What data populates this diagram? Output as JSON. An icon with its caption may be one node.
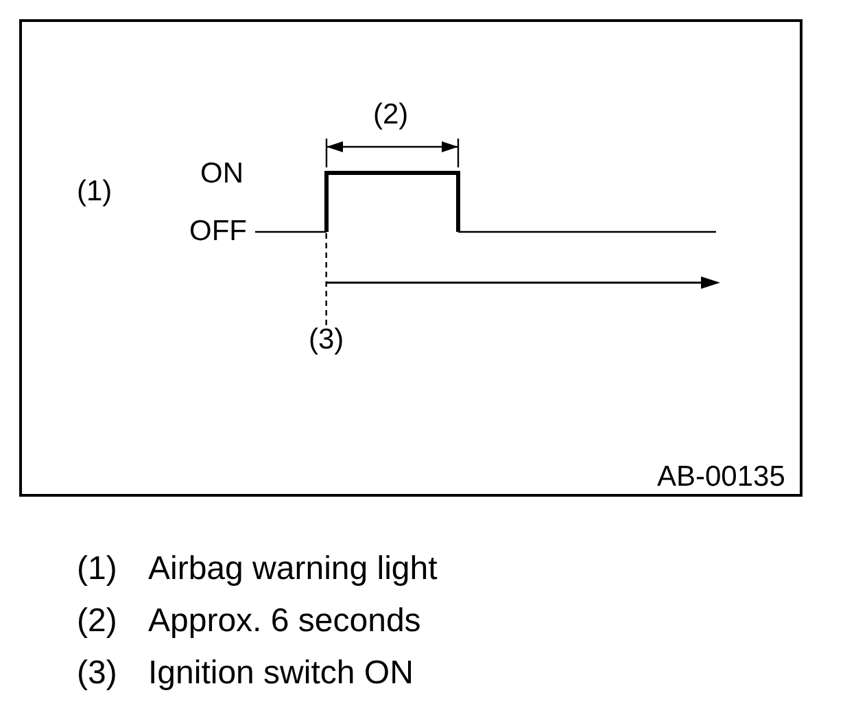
{
  "diagram": {
    "nodes": [
      {
        "text": [],
        "shape": "picture"
      },
      {
        "text": [
          "(3)"
        ]
      }
    ],
    "edges": [
      {
        "from": 1,
        "to": 0,
        "arrow": "none",
        "style": "dashed"
      }
    ],
    "labels": [
      "(2)",
      "(1)",
      "ON",
      "OFF",
      "AB-00135",
      "(1)",
      "Airbag warning light",
      "(2)",
      "Approx. 6 seconds",
      "(3)",
      "Ignition switch ON"
    ]
  }
}
